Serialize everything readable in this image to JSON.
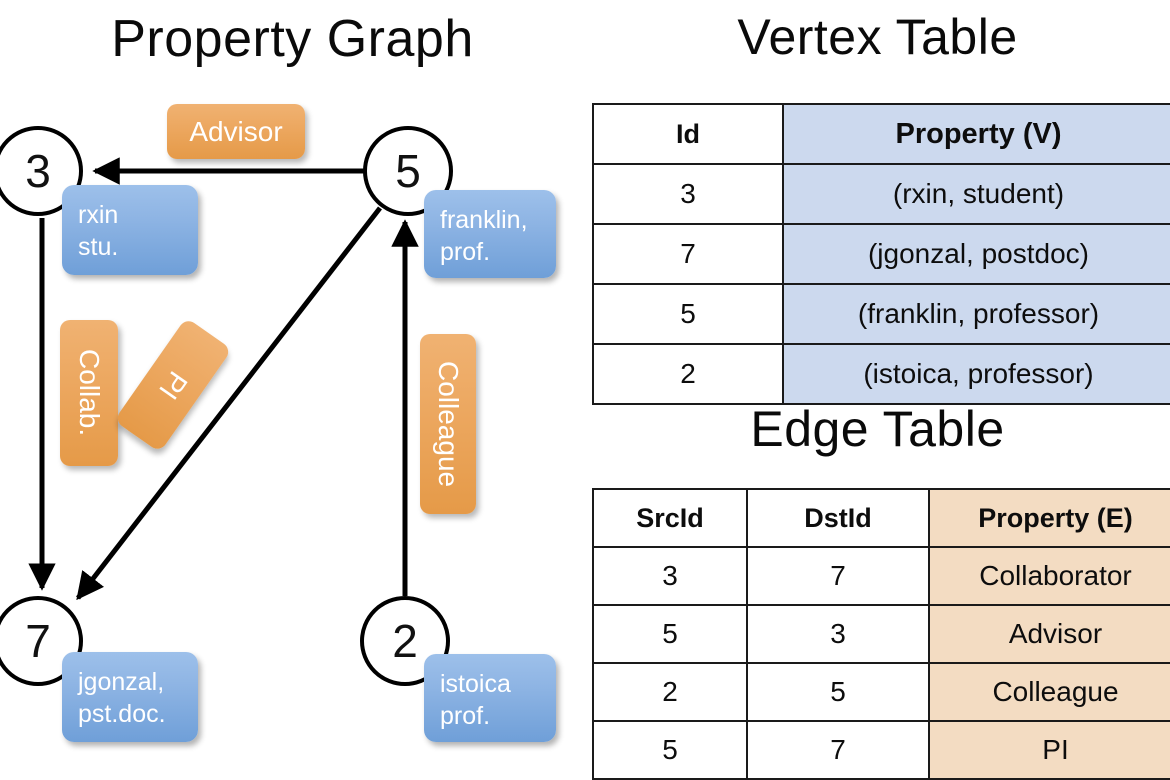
{
  "titles": {
    "property_graph": "Property Graph",
    "vertex_table": "Vertex Table",
    "edge_table": "Edge Table"
  },
  "graph": {
    "vertices": [
      {
        "id": "3",
        "property_label": "rxin\nstu.",
        "name": "rxin",
        "role": "stu."
      },
      {
        "id": "5",
        "property_label": "franklin,\nprof.",
        "name": "franklin,",
        "role": "prof."
      },
      {
        "id": "7",
        "property_label": "jgonzal,\npst.doc.",
        "name": "jgonzal,",
        "role": "pst.doc."
      },
      {
        "id": "2",
        "property_label": "istoica\nprof.",
        "name": "istoica",
        "role": "prof."
      }
    ],
    "edge_labels": {
      "advisor": "Advisor",
      "collab": "Collab.",
      "pi": "PI",
      "colleague": "Colleague"
    },
    "edges": [
      {
        "from": "5",
        "to": "3",
        "label": "Advisor"
      },
      {
        "from": "3",
        "to": "7",
        "label": "Collab."
      },
      {
        "from": "5",
        "to": "7",
        "label": "PI"
      },
      {
        "from": "2",
        "to": "5",
        "label": "Colleague"
      }
    ]
  },
  "vertex_table": {
    "headers": [
      "Id",
      "Property (V)"
    ],
    "rows": [
      {
        "id": "3",
        "property": "(rxin, student)"
      },
      {
        "id": "7",
        "property": "(jgonzal, postdoc)"
      },
      {
        "id": "5",
        "property": "(franklin, professor)"
      },
      {
        "id": "2",
        "property": "(istoica, professor)"
      }
    ]
  },
  "edge_table": {
    "headers": [
      "SrcId",
      "DstId",
      "Property (E)"
    ],
    "rows": [
      {
        "src": "3",
        "dst": "7",
        "property": "Collaborator"
      },
      {
        "src": "5",
        "dst": "3",
        "property": "Advisor"
      },
      {
        "src": "2",
        "dst": "5",
        "property": "Colleague"
      },
      {
        "src": "5",
        "dst": "7",
        "property": "PI"
      }
    ]
  },
  "colors": {
    "vertex_property_blue": "#8fb5e4",
    "edge_label_orange": "#eca75f",
    "vertex_table_cell": "#ccd9ee",
    "edge_table_cell": "#f3dcc2",
    "stroke": "#000000"
  }
}
